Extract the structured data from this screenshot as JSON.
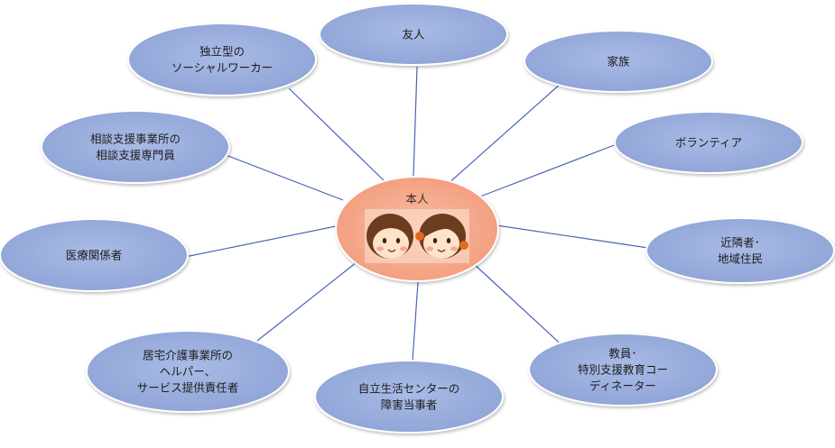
{
  "center": {
    "label": "本人",
    "fill": "#f5a98c",
    "stroke": "#e9c9b9"
  },
  "node_style": {
    "fill": "#94a9da",
    "stroke": "#ffffff",
    "line_color": "#4c63b5"
  },
  "nodes": [
    {
      "name": "node-friends",
      "lines": [
        "友人"
      ]
    },
    {
      "name": "node-family",
      "lines": [
        "家族"
      ]
    },
    {
      "name": "node-volunteer",
      "lines": [
        "ボランティア"
      ]
    },
    {
      "name": "node-neighbors",
      "lines": [
        "近隣者･",
        "地域住民"
      ]
    },
    {
      "name": "node-teacher",
      "lines": [
        "教員･",
        "特別支援教育コー",
        "ディネーター"
      ]
    },
    {
      "name": "node-independent-living",
      "lines": [
        "自立生活センターの",
        "障害当事者"
      ]
    },
    {
      "name": "node-home-care",
      "lines": [
        "居宅介護事業所の",
        "ヘルパー、",
        "サービス提供責任者"
      ]
    },
    {
      "name": "node-medical",
      "lines": [
        "医療関係者"
      ]
    },
    {
      "name": "node-consultation-support",
      "lines": [
        "相談支援事業所の",
        "相談支援専門員"
      ]
    },
    {
      "name": "node-independent-social-worker",
      "lines": [
        "独立型の",
        "ソーシャルワーカー"
      ]
    }
  ]
}
